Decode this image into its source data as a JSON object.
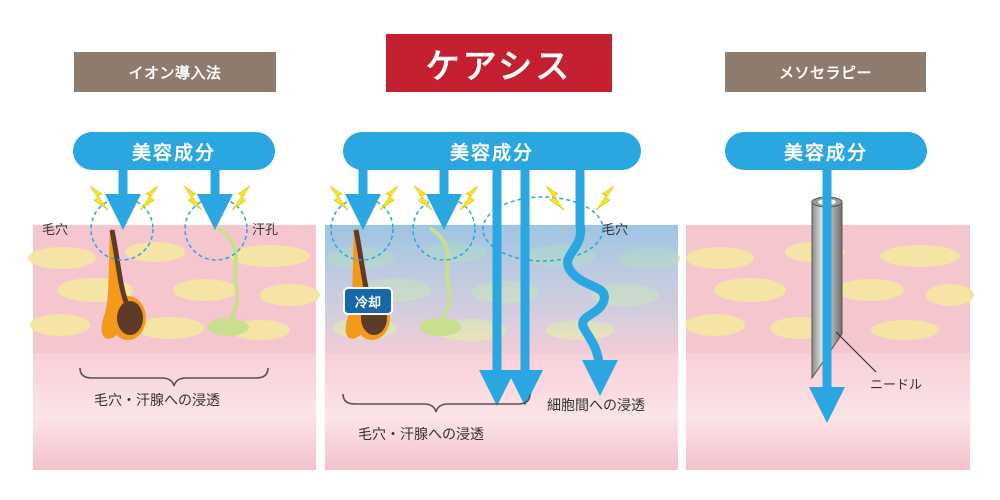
{
  "titles": {
    "left": "イオン導入法",
    "center": "ケアシス",
    "right": "メソセラピー"
  },
  "beauty_ingredient": {
    "left": "美容成分",
    "center": "美容成分",
    "right": "美容成分"
  },
  "left_panel": {
    "pore_label": "毛穴",
    "sweat_pore_label": "汗孔",
    "caption": "毛穴・汗腺への浸透"
  },
  "center_panel": {
    "cooling_badge": "冷却",
    "pore_label": "毛穴",
    "caption_pores": "毛穴・汗腺への浸透",
    "caption_intercellular": "細胞間への浸透"
  },
  "right_panel": {
    "needle_label": "ニードル"
  },
  "colors": {
    "title_side": "#8d7b6e",
    "title_main": "#c5202f",
    "ingredient_blue": "#2aa6e0",
    "cooling_blue": "#1569a8",
    "skin_pink": "#f6c6cf",
    "fat_yellow": "#f6e3a6",
    "lightning_yellow": "#f4e625"
  }
}
